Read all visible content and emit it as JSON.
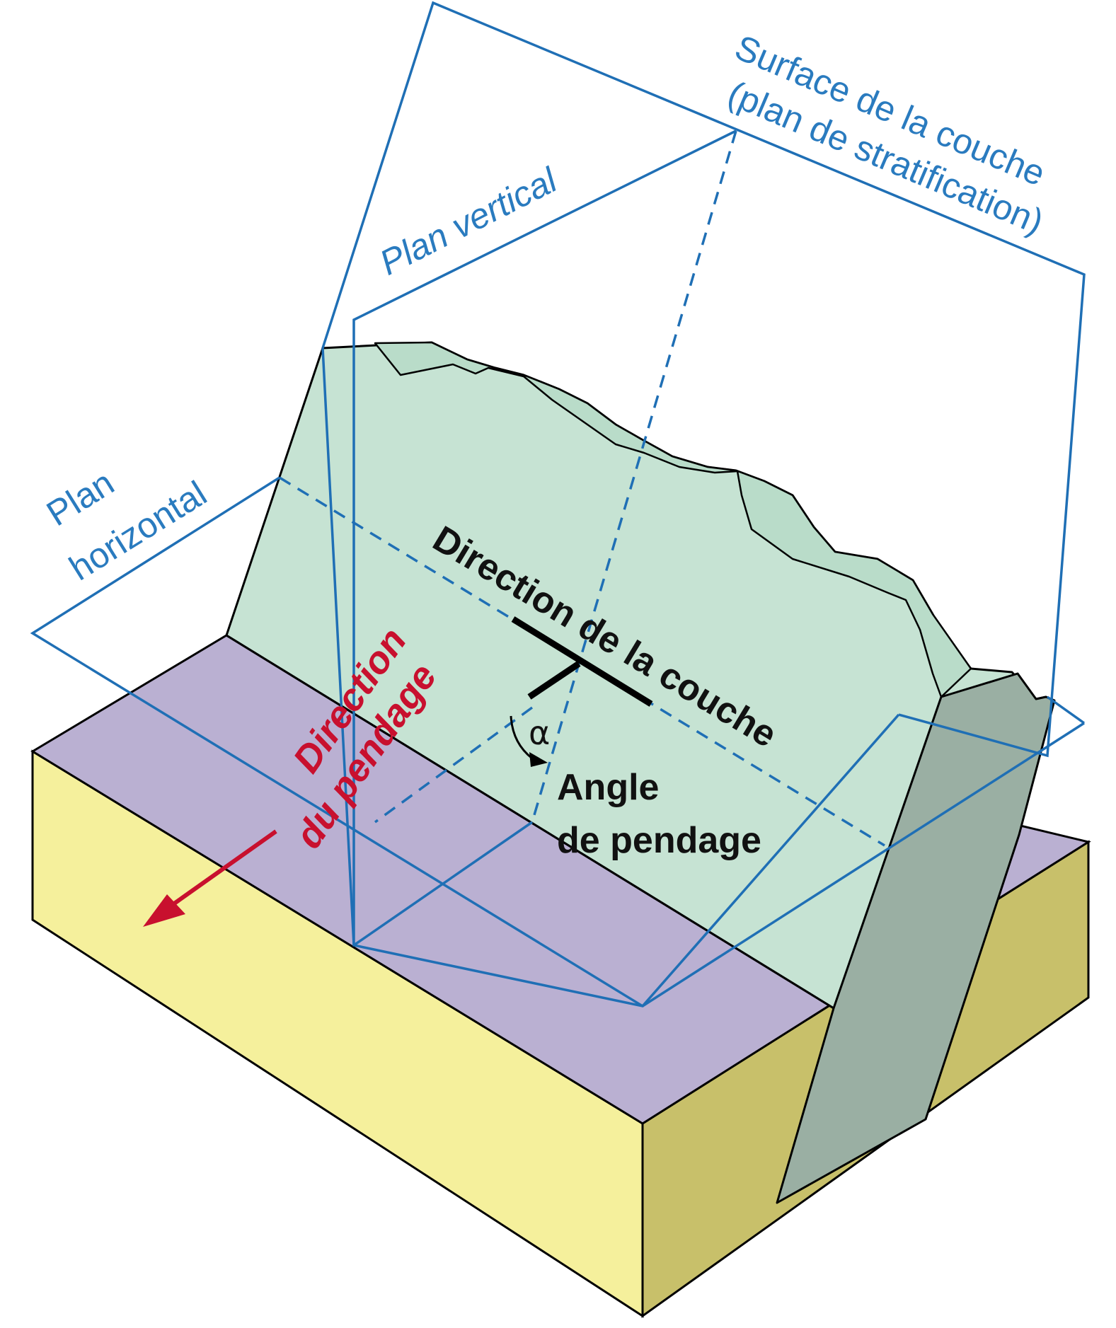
{
  "labels": {
    "surface_line1": "Surface de la couche",
    "surface_line2": "(plan de stratification)",
    "plan_vertical": "Plan vertical",
    "plan_horizontal_line1": "Plan",
    "plan_horizontal_line2": "horizontal",
    "direction_couche": "Direction de la couche",
    "direction_pendage_line1": "Direction",
    "direction_pendage_line2": "du pendage",
    "alpha": "α",
    "angle_line1": "Angle",
    "angle_line2": "de pendage"
  },
  "colors": {
    "plane_lines": "#1f6fb5",
    "bed_surface": "#c6e3d3",
    "bed_side": "#9aafa3",
    "block_top": "#bab0d2",
    "block_front": "#f5f09c",
    "block_side": "#c8c06a",
    "dip_arrow": "#c8102e",
    "strike_symbol": "#000000"
  }
}
